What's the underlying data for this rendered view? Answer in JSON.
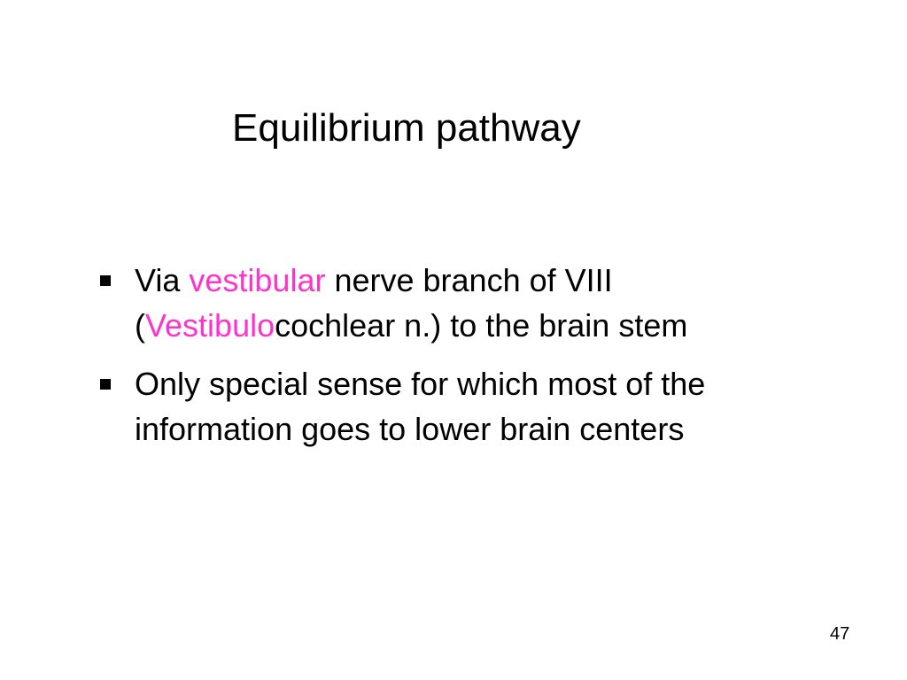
{
  "slide": {
    "title": "Equilibrium pathway",
    "highlight_color": "#ff33cc",
    "bullets": [
      {
        "marker_icon": "square-bullet-icon",
        "segments": [
          {
            "text": "Via ",
            "highlight": false
          },
          {
            "text": "vestibular",
            "highlight": true
          },
          {
            "text": " nerve branch of VIII (",
            "highlight": false
          },
          {
            "text": "Vestibulo",
            "highlight": true
          },
          {
            "text": "cochlear n.) to the brain stem",
            "highlight": false
          }
        ]
      },
      {
        "marker_icon": "square-bullet-icon",
        "segments": [
          {
            "text": "Only special sense for which most of the information goes to lower brain centers",
            "highlight": false
          }
        ]
      }
    ],
    "page_number": "47"
  }
}
